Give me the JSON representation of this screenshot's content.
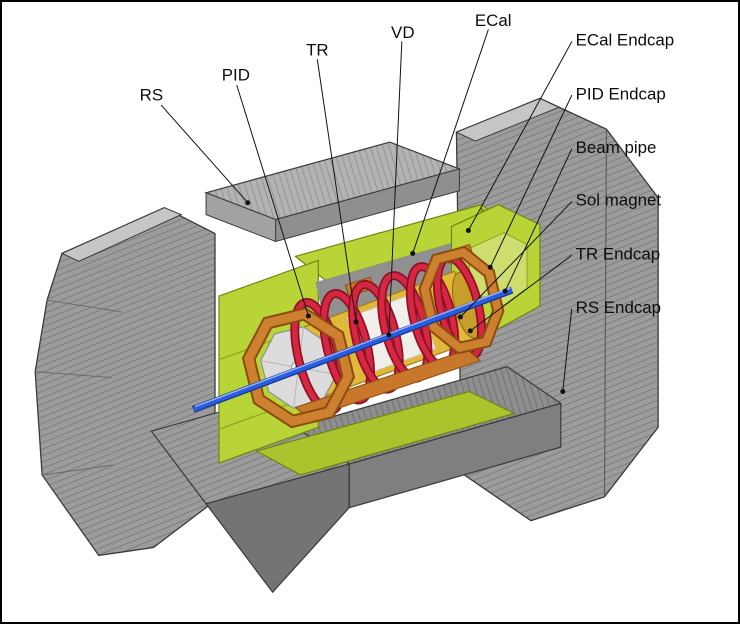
{
  "figure": {
    "kind": "3D cutaway diagram of a cylindrical particle detector with labeled subsystems",
    "labels": {
      "rs": "RS",
      "pid": "PID",
      "tr": "TR",
      "vd": "VD",
      "ecal": "ECal",
      "ecal_endcap": "ECal Endcap",
      "pid_endcap": "PID Endcap",
      "beam_pipe": "Beam pipe",
      "sol_magnet": "Sol magnet",
      "tr_endcap": "TR Endcap",
      "rs_endcap": "RS Endcap"
    },
    "colors": {
      "rs_gray": "#9c9c9c",
      "ecal_green": "#b9d437",
      "sol_magnet_red": "#d62742",
      "pid_tr_orange": "#cd8030",
      "inner_yellow": "#e0b83a",
      "beam_pipe_blue": "#2b5de0",
      "label_text": "#0d0d0d"
    }
  }
}
